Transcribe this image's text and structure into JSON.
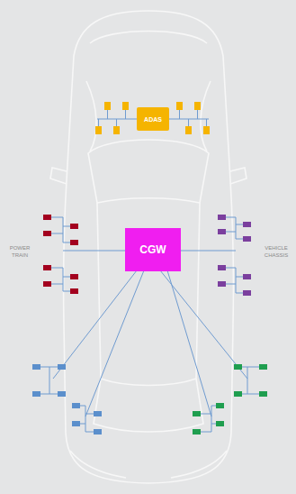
{
  "diagram": {
    "nodes": [
      {
        "text": [
          "ADAS"
        ]
      },
      {
        "text": [
          "CGW"
        ]
      }
    ],
    "labels": [
      "POWER TRAIN",
      "VEHICLE CHASSIS"
    ]
  }
}
